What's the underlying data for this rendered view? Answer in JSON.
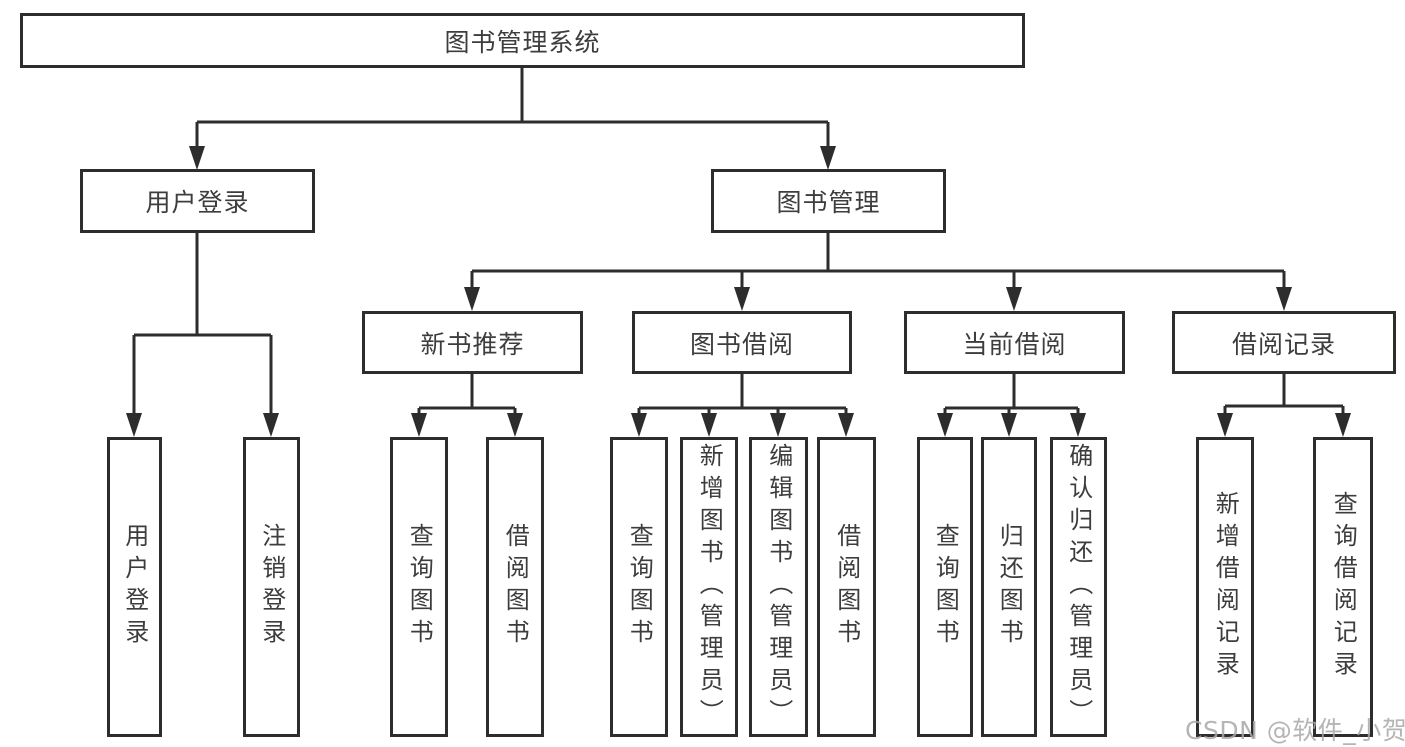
{
  "tree": {
    "root": {
      "label": "图书管理系统"
    },
    "branches": [
      {
        "label": "用户登录",
        "children": [
          {
            "label": "用户登录"
          },
          {
            "label": "注销登录"
          }
        ]
      },
      {
        "label": "图书管理",
        "children": [
          {
            "label": "新书推荐",
            "children": [
              {
                "label": "查询图书"
              },
              {
                "label": "借阅图书"
              }
            ]
          },
          {
            "label": "图书借阅",
            "children": [
              {
                "label": "查询图书"
              },
              {
                "label": "新增图书（管理员）"
              },
              {
                "label": "编辑图书（管理员）"
              },
              {
                "label": "借阅图书"
              }
            ]
          },
          {
            "label": "当前借阅",
            "children": [
              {
                "label": "查询图书"
              },
              {
                "label": "归还图书"
              },
              {
                "label": "确认归还（管理员）"
              }
            ]
          },
          {
            "label": "借阅记录",
            "children": [
              {
                "label": "新增借阅记录"
              },
              {
                "label": "查询借阅记录"
              }
            ]
          }
        ]
      }
    ]
  },
  "watermark": {
    "text": "CSDN @软件_小贺同学"
  },
  "colors": {
    "box_border": "#2d2d2d",
    "box_fill": "#ffffff",
    "text": "#3d3d3d",
    "line": "#2d2d2d",
    "watermark": "#a8a8a8",
    "background": "#ffffff"
  }
}
